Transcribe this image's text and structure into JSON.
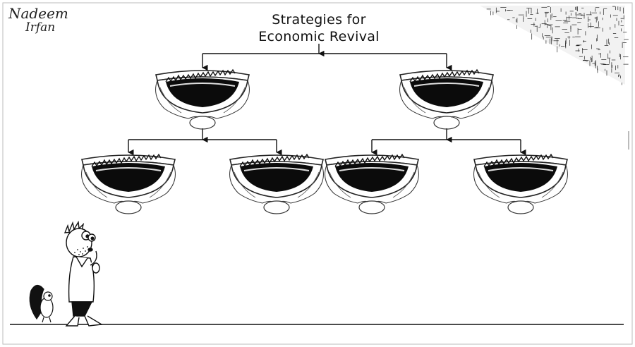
{
  "cartoon": {
    "title_line1": "Strategies for",
    "title_line2": "Economic Revival",
    "signature_line1": "Nadeem",
    "signature_line2": "Irfan"
  }
}
